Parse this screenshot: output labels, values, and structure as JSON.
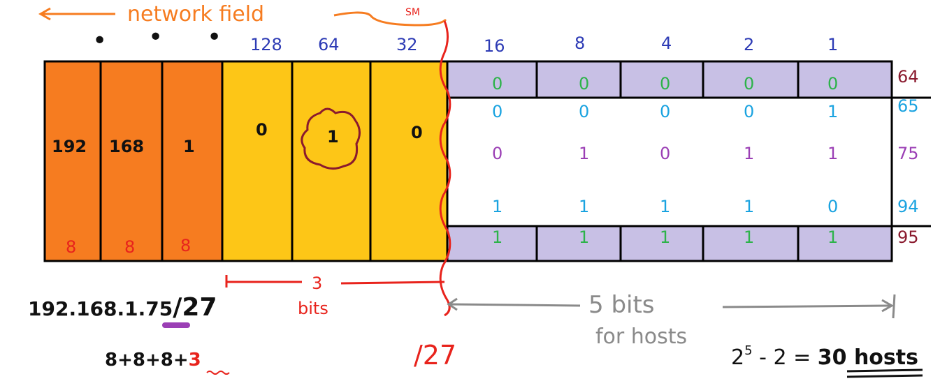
{
  "header": {
    "network_field": "network field",
    "sm_label": "SM",
    "dots": [
      "•",
      "•",
      "•"
    ],
    "bit_values": [
      "128",
      "64",
      "32",
      "16",
      "8",
      "4",
      "2",
      "1"
    ]
  },
  "octets": {
    "values": [
      "192",
      "168",
      "1"
    ],
    "bits": [
      "8",
      "8",
      "8"
    ]
  },
  "subnet_bits": {
    "values": [
      "0",
      "1",
      "0"
    ],
    "span_number": "3",
    "span_label": "bits"
  },
  "host_rows": [
    {
      "label": "64",
      "bits": [
        "0",
        "0",
        "0",
        "0",
        "0"
      ],
      "color": "#2db34a"
    },
    {
      "label": "65",
      "bits": [
        "0",
        "0",
        "0",
        "0",
        "1"
      ],
      "color": "#1aa3e0"
    },
    {
      "label": "75",
      "bits": [
        "0",
        "1",
        "0",
        "1",
        "1"
      ],
      "color": "#9b3fb5"
    },
    {
      "label": "94",
      "bits": [
        "1",
        "1",
        "1",
        "1",
        "0"
      ],
      "color": "#1aa3e0"
    },
    {
      "label": "95",
      "bits": [
        "1",
        "1",
        "1",
        "1",
        "1"
      ],
      "color": "#2db34a"
    }
  ],
  "host_span": {
    "line1": "5 bits",
    "line2": "for hosts"
  },
  "notes": {
    "ip_prefix": "192.168.1.",
    "ip_host": "75",
    "ip_cidr": "/27",
    "sum_prefix": "8+8+8+",
    "sum_last": "3",
    "cidr": "/27",
    "formula_base": "2",
    "formula_exp": "5",
    "formula_rest": " - 2 = ",
    "formula_result": "30 hosts"
  },
  "colors": {
    "orange": "#f67c20",
    "yellow": "#fdc617",
    "lavender": "#c8c0e5",
    "red": "#e8231c",
    "blue": "#2d3bb5"
  }
}
